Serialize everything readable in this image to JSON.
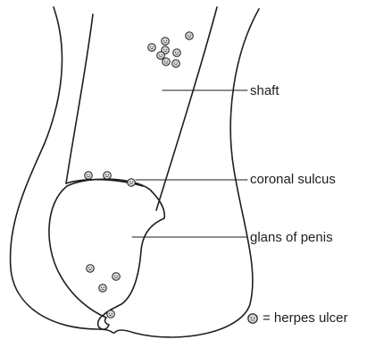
{
  "labels": {
    "shaft": "shaft",
    "coronal_sulcus": "coronal sulcus",
    "glans": "glans of penis"
  },
  "legend": {
    "symbol": "herpes-ulcer-icon",
    "text": "= herpes ulcer"
  },
  "colors": {
    "stroke": "#1e1e1e",
    "ulcer_fill": "#d8d8d8",
    "background": "#ffffff"
  }
}
